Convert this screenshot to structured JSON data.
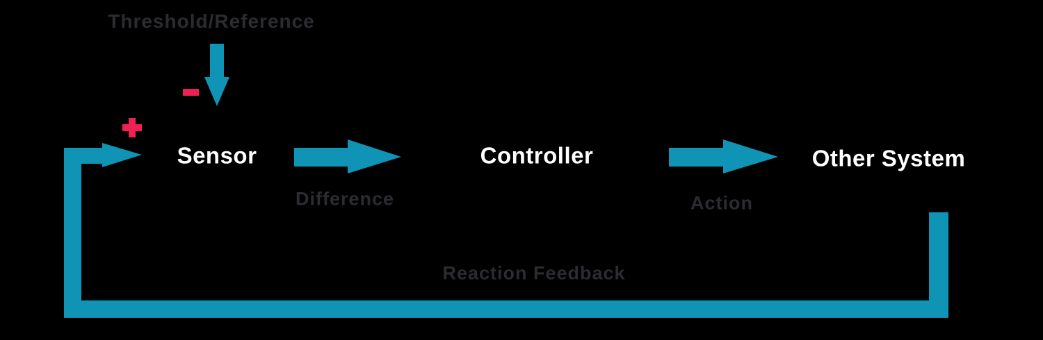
{
  "diagram": {
    "nodes": {
      "sensor": "Sensor",
      "controller": "Controller",
      "other_system": "Other System"
    },
    "labels": {
      "threshold": "Threshold/Reference",
      "difference": "Difference",
      "action": "Action",
      "reaction_feedback": "Reaction Feedback"
    },
    "signs": {
      "plus": "+",
      "minus": "−"
    }
  },
  "colors": {
    "background": "#000000",
    "arrow-teal": "#1094b6",
    "sign-pink": "#ef2052",
    "label-gray": "#2c2b31",
    "node-white": "#ffffff"
  }
}
